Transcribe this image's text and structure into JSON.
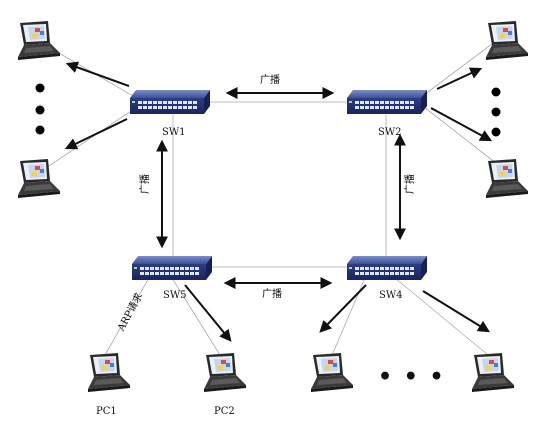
{
  "switches": [
    {
      "id": "sw1",
      "label": "SW1"
    },
    {
      "id": "sw2",
      "label": "SW2"
    },
    {
      "id": "sw5",
      "label": "SW5"
    },
    {
      "id": "sw4",
      "label": "SW4"
    }
  ],
  "links": [
    {
      "from": "sw1",
      "to": "sw2",
      "label": "广播"
    },
    {
      "from": "sw1",
      "to": "sw5",
      "label": "广播"
    },
    {
      "from": "sw2",
      "to": "sw4",
      "label": "广播"
    },
    {
      "from": "sw5",
      "to": "sw4",
      "label": "广播"
    }
  ],
  "pcs": [
    {
      "id": "pc1",
      "label": "PC1"
    },
    {
      "id": "pc2",
      "label": "PC2"
    }
  ],
  "arp_label": "ARP请求",
  "ellipsis": "• • •"
}
